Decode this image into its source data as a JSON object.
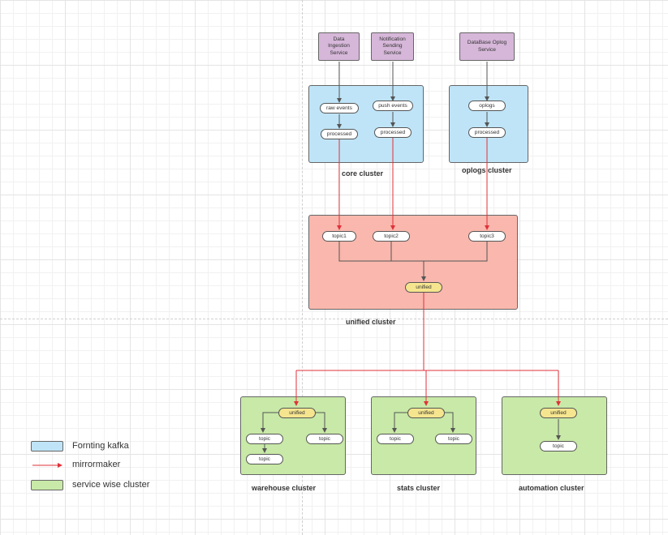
{
  "services": {
    "data_ingestion": "Data\nIngestion\nService",
    "notification": "Notification\nSending\nService",
    "database_oplog": "DataBase Oplog\nService"
  },
  "core_cluster": {
    "label": "core cluster",
    "raw_events": "raw events",
    "push_events": "push events",
    "processed_1": "processed",
    "processed_2": "processed"
  },
  "oplogs_cluster": {
    "label": "oplogs cluster",
    "oplogs": "oplogs",
    "processed": "processed"
  },
  "unified_cluster": {
    "label": "unified cluster",
    "topic1": "topic1",
    "topic2": "topic2",
    "topic3": "topic3",
    "unified": "unified"
  },
  "warehouse_cluster": {
    "label": "warehouse cluster",
    "unified": "unified",
    "topic_a": "topic",
    "topic_b": "topic",
    "topic_c": "topic"
  },
  "stats_cluster": {
    "label": "stats cluster",
    "unified": "unified",
    "topic_a": "topic",
    "topic_b": "topic"
  },
  "automation_cluster": {
    "label": "automation cluster",
    "unified": "unified",
    "topic": "topic"
  },
  "legend": {
    "fronting": "Fornting kafka",
    "mirrormaker": "mirrormaker",
    "service_wise": "service wise cluster"
  },
  "colors": {
    "service": "#d6b7d9",
    "fronting_kafka": "#bfe4f7",
    "unified_cluster": "#f9b7ad",
    "service_wise_cluster": "#c8e9a7",
    "unified_pill": "#f6e58f",
    "mirrormaker_line": "#e0323a"
  }
}
